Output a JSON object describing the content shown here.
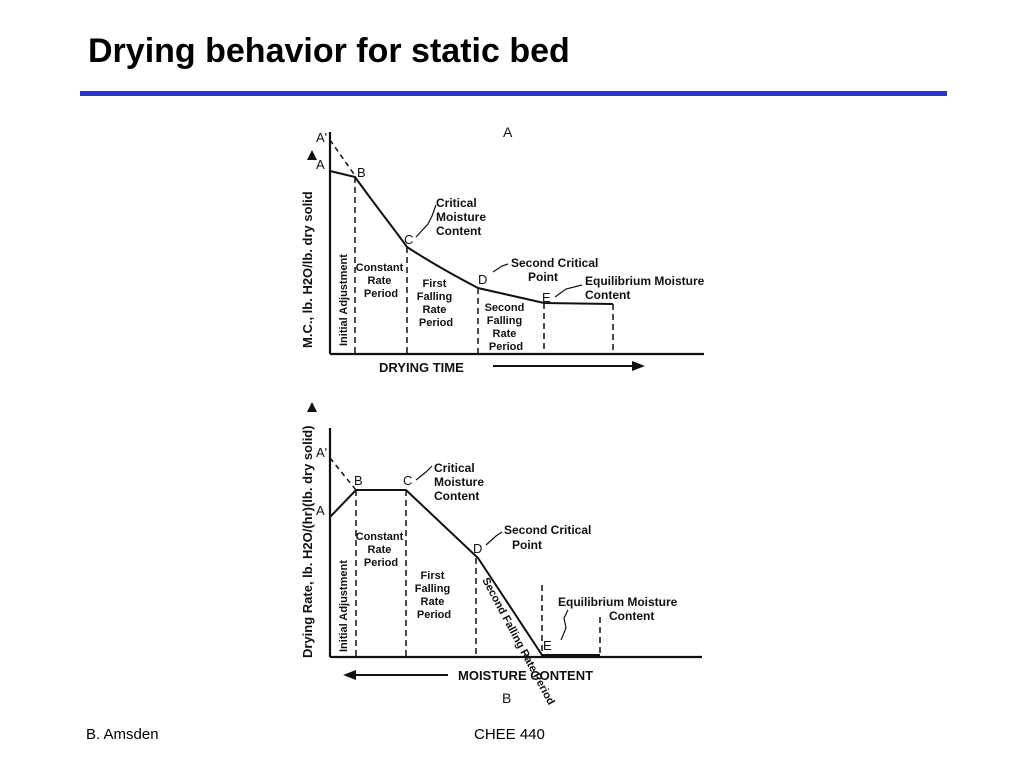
{
  "slide": {
    "title": "Drying behavior for static bed",
    "accent_color": "#2b35c9"
  },
  "footer": {
    "author": "B. Amsden",
    "course": "CHEE 440"
  },
  "diagram_top": {
    "panel_label": "A",
    "y_axis_label": "M.C., lb. H2O/lb. dry solid",
    "x_axis_label": "DRYING TIME",
    "points": {
      "a_prime": "A'",
      "a": "A",
      "b": "B",
      "c": "C",
      "d": "D",
      "e": "E"
    },
    "annotations": {
      "critical": [
        "Critical",
        "Moisture",
        "Content"
      ],
      "second_critical": [
        "Second Critical",
        "Point"
      ],
      "equilibrium": [
        "Equilibrium Moisture",
        "Content"
      ]
    },
    "regions": {
      "initial": "Initial Adjustment",
      "constant": [
        "Constant",
        "Rate",
        "Period"
      ],
      "first_falling": [
        "First",
        "Falling",
        "Rate",
        "Period"
      ],
      "second_falling": [
        "Second",
        "Falling",
        "Rate",
        "Period"
      ]
    }
  },
  "diagram_bottom": {
    "panel_label": "B",
    "y_axis_label": "Drying Rate, lb. H2O/(hr)(lb. dry solid)",
    "x_axis_label": "MOISTURE CONTENT",
    "points": {
      "a_prime": "A'",
      "a": "A",
      "b": "B",
      "c": "C",
      "d": "D",
      "e": "E"
    },
    "annotations": {
      "critical": [
        "Critical",
        "Moisture",
        "Content"
      ],
      "second_critical": [
        "Second Critical",
        "Point"
      ],
      "equilibrium": [
        "Equilibrium Moisture",
        "Content"
      ]
    },
    "regions": {
      "initial": "Initial Adjustment",
      "constant": [
        "Constant",
        "Rate",
        "Period"
      ],
      "first_falling": [
        "First",
        "Falling",
        "Rate",
        "Period"
      ],
      "second_falling": "Second Falling Rate Period"
    }
  }
}
